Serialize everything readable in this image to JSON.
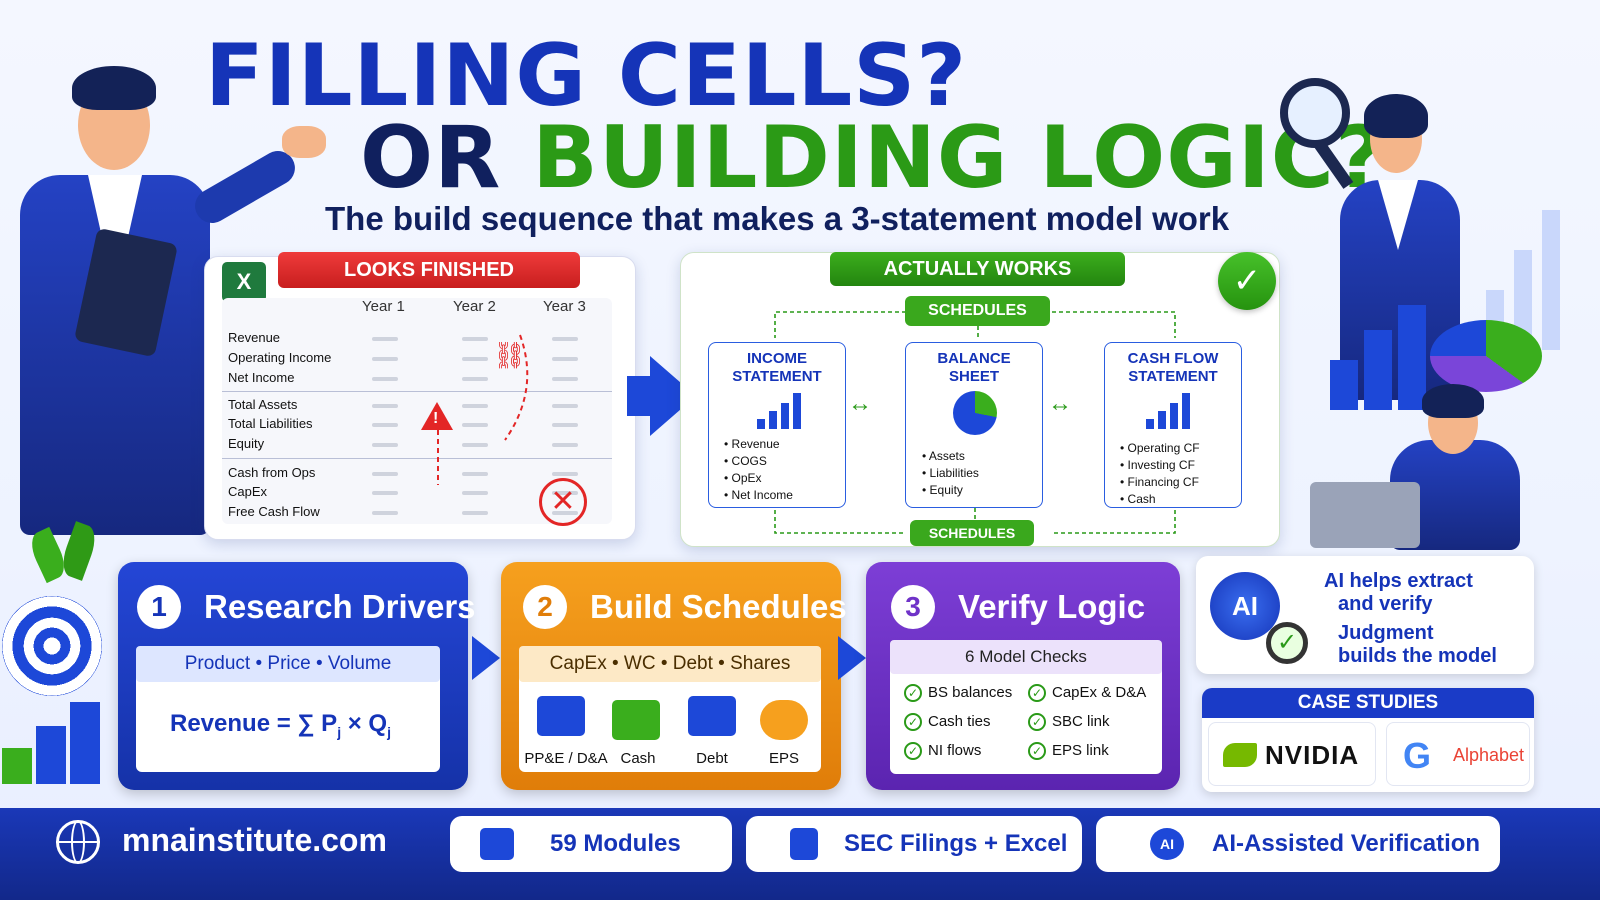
{
  "headline": {
    "line1": "FILLING CELLS?",
    "line2_or": "OR",
    "line2_logic": "BUILDING LOGIC?",
    "subtitle": "The build sequence that makes a 3-statement model work"
  },
  "looks_finished": {
    "banner": "LOOKS FINISHED",
    "excel_icon_letter": "X",
    "columns": [
      "Year 1",
      "Year 2",
      "Year 3"
    ],
    "rows": [
      "Revenue",
      "Operating Income",
      "Net Income",
      "Total Assets",
      "Total Liabilities",
      "Equity",
      "Cash from Ops",
      "CapEx",
      "Free Cash Flow"
    ],
    "icons": [
      "excel-icon",
      "broken-link-icon",
      "warning-icon",
      "error-x-icon"
    ]
  },
  "actually_works": {
    "banner": "ACTUALLY WORKS",
    "schedules_top": "SCHEDULES",
    "schedules_bottom": "SCHEDULES",
    "statements": [
      {
        "title_l1": "INCOME",
        "title_l2": "STATEMENT",
        "items": [
          "Revenue",
          "COGS",
          "OpEx",
          "Net Income"
        ]
      },
      {
        "title_l1": "BALANCE",
        "title_l2": "SHEET",
        "items": [
          "Assets",
          "Liabilities",
          "Equity"
        ]
      },
      {
        "title_l1": "CASH FLOW",
        "title_l2": "STATEMENT",
        "items": [
          "Operating CF",
          "Investing CF",
          "Financing CF",
          "Cash"
        ]
      }
    ]
  },
  "steps": [
    {
      "num": "1",
      "title": "Research Drivers",
      "strip": "Product • Price • Volume",
      "formula": "Revenue = ∑ P",
      "formula_sub1": "j",
      "formula_mid": " × Q",
      "formula_sub2": "j"
    },
    {
      "num": "2",
      "title": "Build Schedules",
      "strip": "CapEx • WC • Debt • Shares",
      "items": [
        "PP&E / D&A",
        "Cash",
        "Debt",
        "EPS"
      ]
    },
    {
      "num": "3",
      "title": "Verify Logic",
      "strip": "6 Model Checks",
      "checks": [
        "BS balances",
        "CapEx & D&A",
        "Cash ties",
        "SBC link",
        "NI flows",
        "EPS link"
      ]
    }
  ],
  "ai_card": {
    "badge": "AI",
    "line1": "AI helps extract",
    "line2": "and verify",
    "line3": "Judgment",
    "line4": "builds the model"
  },
  "case_studies": {
    "title": "CASE STUDIES",
    "logos": [
      "NVIDIA",
      "Alphabet"
    ],
    "google_g": "G"
  },
  "footer": {
    "site": "mnainstitute.com",
    "pills": [
      "59 Modules",
      "SEC Filings + Excel",
      "AI-Assisted Verification"
    ],
    "ai_badge": "AI"
  },
  "colors": {
    "brand_blue": "#1534b8",
    "brand_green": "#2b9a16",
    "alert_red": "#e32626",
    "step2_orange": "#f39414",
    "step3_purple": "#6f32c8"
  }
}
